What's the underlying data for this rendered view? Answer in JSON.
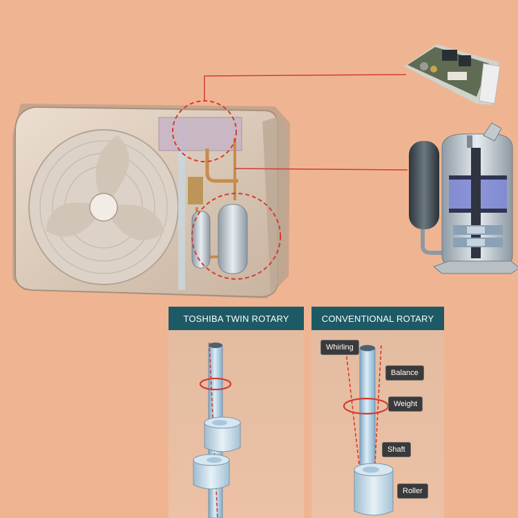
{
  "panels": {
    "left_title": "TOSHIBA TWIN ROTARY",
    "right_title": "CONVENTIONAL ROTARY"
  },
  "labels": {
    "whirling": "Whirling",
    "balance": "Balance",
    "weight": "Weight",
    "shaft": "Shaft",
    "roller": "Roller"
  },
  "colors": {
    "background": "#efb592",
    "header": "#1d5a66",
    "callout": "#d63a2e",
    "shaft": "#b9d6e8",
    "tag": "#3a3a3a"
  }
}
